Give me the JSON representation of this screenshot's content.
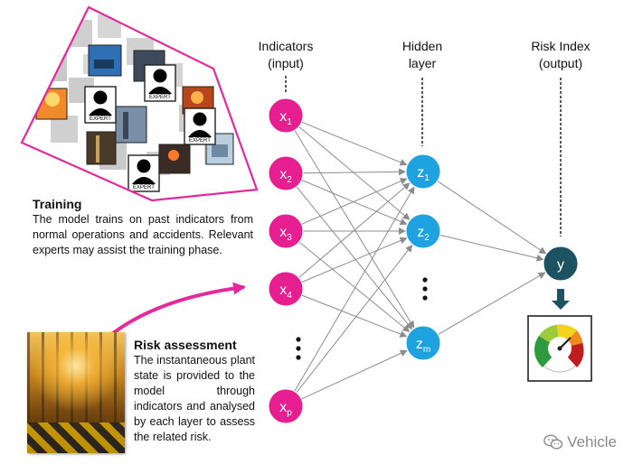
{
  "labels": {
    "indicators_line1": "Indicators",
    "indicators_line2": "(input)",
    "hidden_line1": "Hidden",
    "hidden_line2": "layer",
    "risk_line1": "Risk Index",
    "risk_line2": "(output)"
  },
  "nodes": {
    "x1": {
      "main": "x",
      "sub": "1"
    },
    "x2": {
      "main": "x",
      "sub": "2"
    },
    "x3": {
      "main": "x",
      "sub": "3"
    },
    "x4": {
      "main": "x",
      "sub": "4"
    },
    "xp": {
      "main": "x",
      "sub": "p"
    },
    "z1": {
      "main": "z",
      "sub": "1"
    },
    "z2": {
      "main": "z",
      "sub": "2"
    },
    "zm": {
      "main": "z",
      "sub": "m"
    },
    "y": {
      "main": "y"
    }
  },
  "training": {
    "title": "Training",
    "text": "The model trains on past indicators from normal operations and accidents. Relevant experts may assist the training phase."
  },
  "risk_assessment": {
    "title": "Risk assessment",
    "text": "The instantaneous plant state is provided to the model through indicators and analysed by each layer to assess the related risk."
  },
  "collage": {
    "expert_label": "EXPERT"
  },
  "watermark": {
    "text": "Vehicle",
    "icon": "wechat-icon"
  },
  "colors": {
    "input_node": "#e61e8f",
    "hidden_node": "#1ea3e0",
    "output_node": "#1d5261",
    "accent": "#e6299a",
    "edge": "#8c8c8c"
  }
}
